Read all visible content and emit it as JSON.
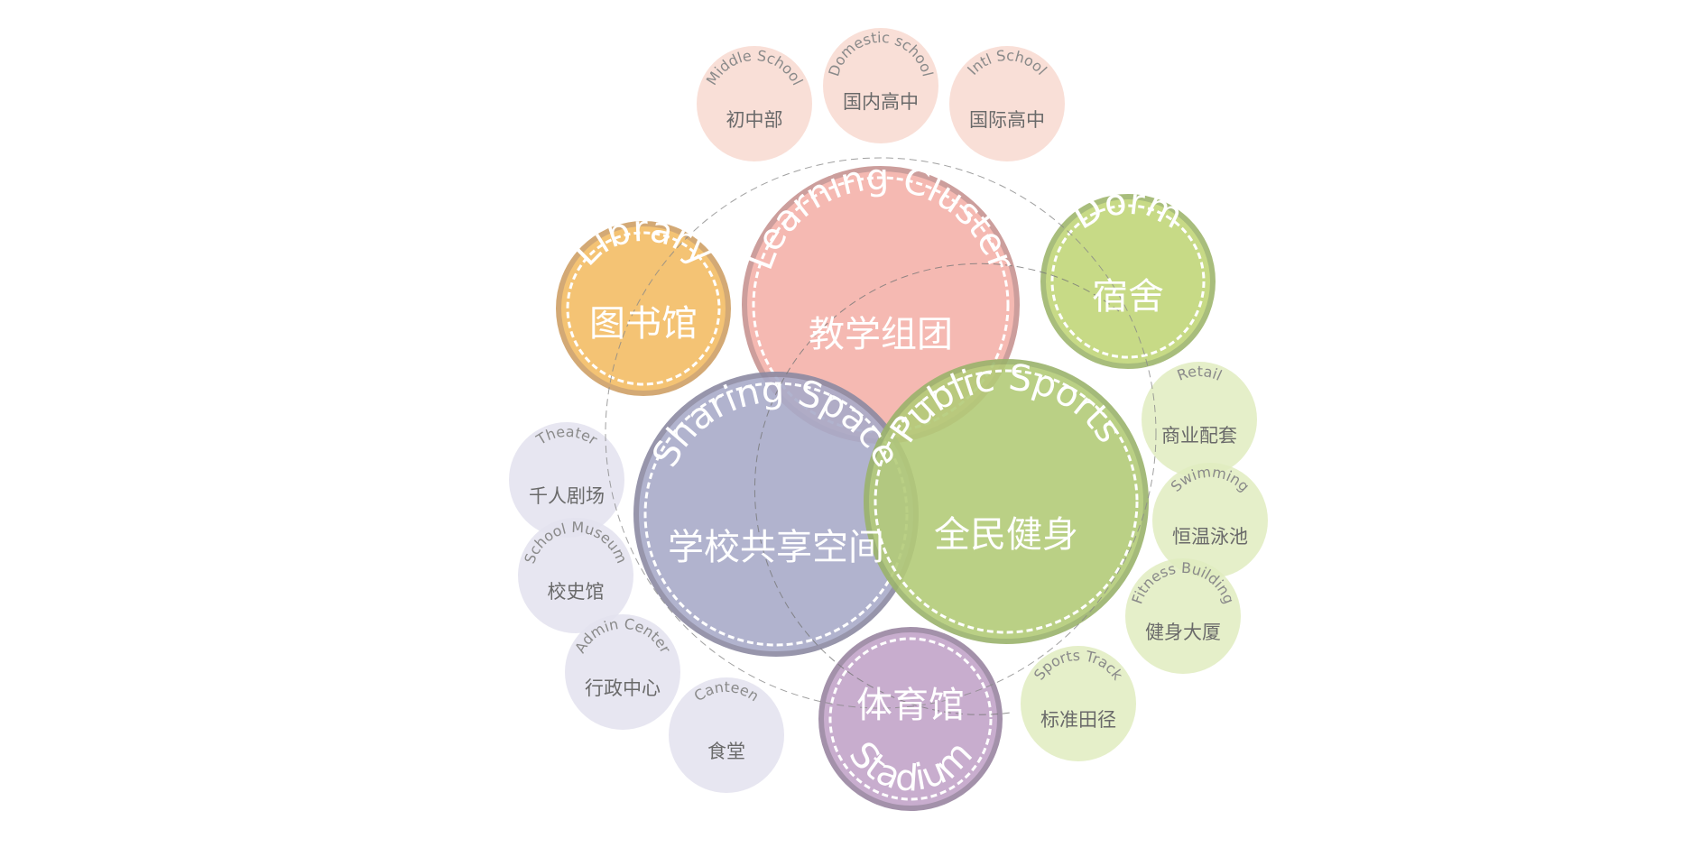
{
  "diagram": {
    "nodes": [
      {
        "id": "learning",
        "en": "Learning Cluster",
        "cn": "教学组团",
        "fill": "#f4b2aa",
        "stroke": "#c79492",
        "kind": "major"
      },
      {
        "id": "library",
        "en": "Library",
        "cn": "图书馆",
        "fill": "#f3bd66",
        "stroke": "#cfa067",
        "kind": "major"
      },
      {
        "id": "dorm",
        "en": "Dorm",
        "cn": "宿舍",
        "fill": "#c2d77a",
        "stroke": "#9fb66e",
        "kind": "major"
      },
      {
        "id": "sharing",
        "en": "Sharing Space",
        "cn": "学校共享空间",
        "fill": "#a9abc9",
        "stroke": "#8c8aa2",
        "kind": "major"
      },
      {
        "id": "sports",
        "en": "Public Sports",
        "cn": "全民健身",
        "fill": "#b3cb78",
        "stroke": "#9bb36c",
        "kind": "major"
      },
      {
        "id": "stadium",
        "en": "Stadium",
        "cn": "体育馆",
        "fill": "#c3a5c9",
        "stroke": "#9a86a1",
        "kind": "major"
      },
      {
        "id": "middle",
        "en": "Middle School",
        "cn": "初中部",
        "fill": "#f8d9d0",
        "kind": "minor"
      },
      {
        "id": "domestic",
        "en": "Domestic school",
        "cn": "国内高中",
        "fill": "#f8d9d0",
        "kind": "minor"
      },
      {
        "id": "intl",
        "en": "Intl School",
        "cn": "国际高中",
        "fill": "#f8d9d0",
        "kind": "minor"
      },
      {
        "id": "retail",
        "en": "Retail",
        "cn": "商业配套",
        "fill": "#e1ecc0",
        "kind": "minor"
      },
      {
        "id": "swimming",
        "en": "Swimming",
        "cn": "恒温泳池",
        "fill": "#e1ecc0",
        "kind": "minor"
      },
      {
        "id": "fitness",
        "en": "Fitness Building",
        "cn": "健身大厦",
        "fill": "#e1ecc0",
        "kind": "minor"
      },
      {
        "id": "track",
        "en": "Sports Track",
        "cn": "标准田径",
        "fill": "#e1ecc0",
        "kind": "minor"
      },
      {
        "id": "theater",
        "en": "Theater",
        "cn": "千人剧场",
        "fill": "#e3e2ee",
        "kind": "minor"
      },
      {
        "id": "museum",
        "en": "School Museum",
        "cn": "校史馆",
        "fill": "#e3e2ee",
        "kind": "minor"
      },
      {
        "id": "admin",
        "en": "Admin Center",
        "cn": "行政中心",
        "fill": "#e3e2ee",
        "kind": "minor"
      },
      {
        "id": "canteen",
        "en": "Canteen",
        "cn": "食堂",
        "fill": "#e3e2ee",
        "kind": "minor"
      }
    ]
  }
}
